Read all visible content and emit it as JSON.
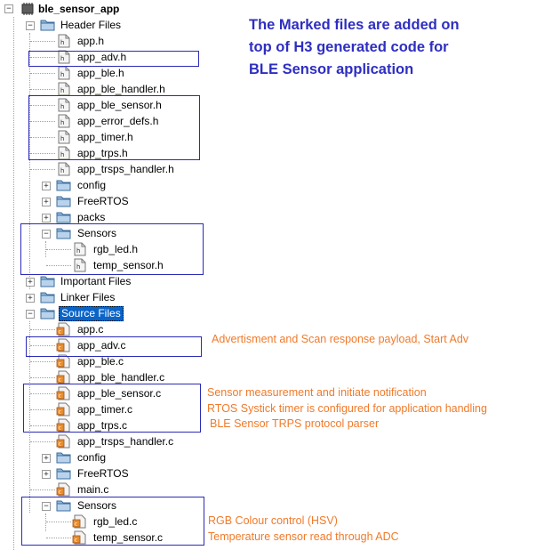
{
  "heading": {
    "lines": [
      "The Marked files are added on",
      "top of H3 generated code for",
      "BLE Sensor application"
    ]
  },
  "tree": {
    "project": "ble_sensor_app",
    "header_files": {
      "label": "Header Files",
      "files": [
        "app.h",
        "app_adv.h",
        "app_ble.h",
        "app_ble_handler.h",
        "app_ble_sensor.h",
        "app_error_defs.h",
        "app_timer.h",
        "app_trps.h",
        "app_trsps_handler.h"
      ],
      "folders": [
        "config",
        "FreeRTOS",
        "packs"
      ],
      "sensors": {
        "label": "Sensors",
        "files": [
          "rgb_led.h",
          "temp_sensor.h"
        ]
      }
    },
    "important_files": "Important Files",
    "linker_files": "Linker Files",
    "source_files": {
      "label": "Source Files",
      "files": [
        "app.c",
        "app_adv.c",
        "app_ble.c",
        "app_ble_handler.c",
        "app_ble_sensor.c",
        "app_timer.c",
        "app_trps.c",
        "app_trsps_handler.c"
      ],
      "folders": [
        "config",
        "FreeRTOS"
      ],
      "main": "main.c",
      "sensors": {
        "label": "Sensors",
        "files": [
          "rgb_led.c",
          "temp_sensor.c"
        ]
      }
    }
  },
  "annotations": {
    "adv": "Advertisment and Scan response payload, Start Adv",
    "sensor": "Sensor measurement and initiate notification",
    "timer": "RTOS Systick timer is configured for application handling",
    "trps": "BLE Sensor TRPS protocol parser",
    "rgb": "RGB Colour control (HSV)",
    "temp": "Temperature sensor read through ADC"
  },
  "colors": {
    "box": "#2b2bb6",
    "heading": "#2e2ec2",
    "note": "#f07a2a",
    "selection": "#0a64c8"
  },
  "icons": {
    "project": "chip-icon",
    "folder": "folder-icon",
    "header_file": "h-file-icon",
    "source_file": "c-file-icon"
  }
}
